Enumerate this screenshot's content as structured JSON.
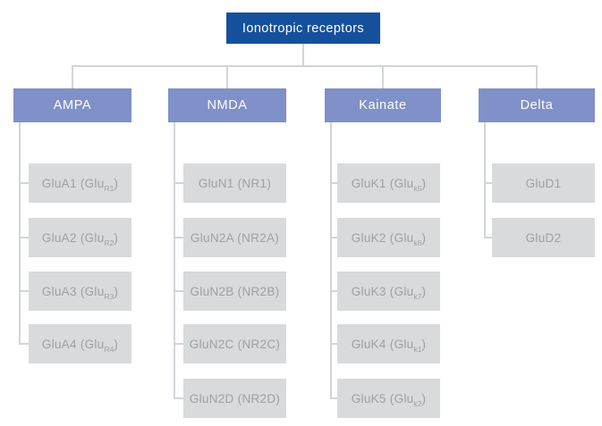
{
  "title": "Ionotropic receptors",
  "colors": {
    "root_bg": "#15509d",
    "root_text": "#ffffff",
    "group_bg": "#8090c8",
    "group_text": "#ffffff",
    "child_bg": "#d9dadb",
    "child_text": "#9aa1a6",
    "connector_line": "#d2d5d8"
  },
  "groups": [
    {
      "label": "AMPA",
      "children": [
        {
          "text": "GluA1 (Glu",
          "sub": "R1",
          "after": ")"
        },
        {
          "text": "GluA2 (Glu",
          "sub": "R2",
          "after": ")"
        },
        {
          "text": "GluA3 (Glu",
          "sub": "R3",
          "after": ")"
        },
        {
          "text": "GluA4 (Glu",
          "sub": "R4",
          "after": ")"
        }
      ]
    },
    {
      "label": "NMDA",
      "children": [
        {
          "text": "GluN1 (NR1)",
          "sub": "",
          "after": ""
        },
        {
          "text": "GluN2A (NR2A)",
          "sub": "",
          "after": ""
        },
        {
          "text": "GluN2B (NR2B)",
          "sub": "",
          "after": ""
        },
        {
          "text": "GluN2C (NR2C)",
          "sub": "",
          "after": ""
        },
        {
          "text": "GluN2D (NR2D)",
          "sub": "",
          "after": ""
        }
      ]
    },
    {
      "label": "Kainate",
      "children": [
        {
          "text": "GluK1 (Glu",
          "sub": "k5",
          "after": ")"
        },
        {
          "text": "GluK2 (Glu",
          "sub": "k6",
          "after": ")"
        },
        {
          "text": "GluK3 (Glu",
          "sub": "k7",
          "after": ")"
        },
        {
          "text": "GluK4 (Glu",
          "sub": "k1",
          "after": ")"
        },
        {
          "text": "GluK5 (Glu",
          "sub": "k2",
          "after": ")"
        }
      ]
    },
    {
      "label": "Delta",
      "children": [
        {
          "text": "GluD1",
          "sub": "",
          "after": ""
        },
        {
          "text": "GluD2",
          "sub": "",
          "after": ""
        }
      ]
    }
  ]
}
